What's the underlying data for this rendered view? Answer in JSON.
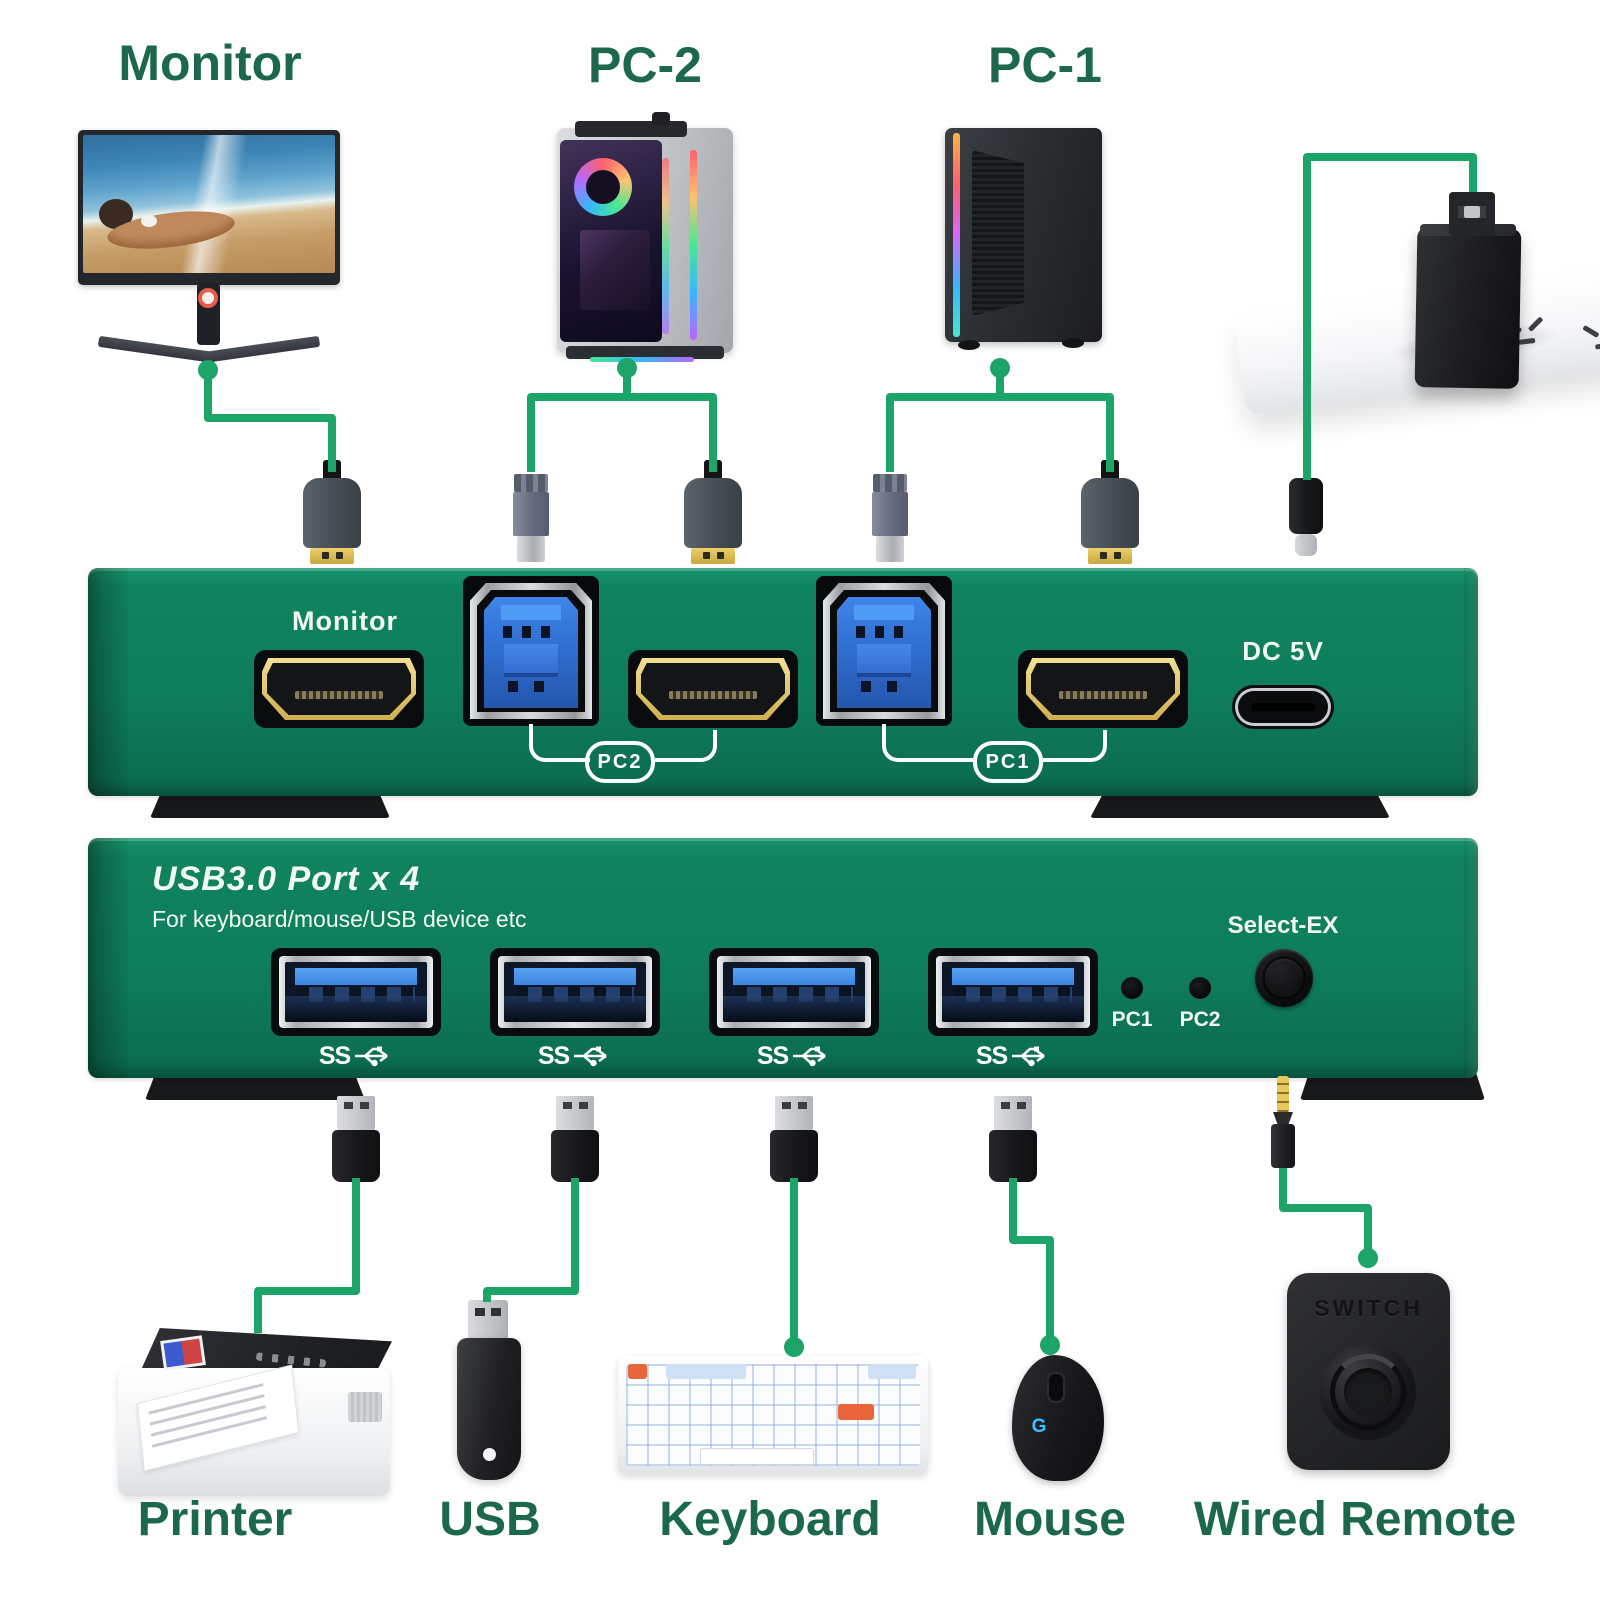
{
  "colors": {
    "accent_cable_green": "#1da468",
    "panel_green": "#0e7d5b",
    "heading_green": "#1c684b"
  },
  "top_section": {
    "monitor_label": "Monitor",
    "pc2_label": "PC-2",
    "pc1_label": "PC-1"
  },
  "kvm_top_panel": {
    "monitor_port_label": "Monitor",
    "pc2_group_label": "PC2",
    "pc1_group_label": "PC1",
    "dc_power_label": "DC 5V"
  },
  "kvm_front_panel": {
    "title": "USB3.0 Port x 4",
    "subtitle": "For keyboard/mouse/USB device etc",
    "ss_label": "SS",
    "led1_label": "PC1",
    "led2_label": "PC2",
    "switch_button_label": "Select-EX"
  },
  "bottom_section": {
    "printer_label": "Printer",
    "usb_label": "USB",
    "keyboard_label": "Keyboard",
    "mouse_label": "Mouse",
    "wired_remote_label": "Wired Remote",
    "remote_engraving": "SWITCH",
    "mouse_logo": "G"
  }
}
